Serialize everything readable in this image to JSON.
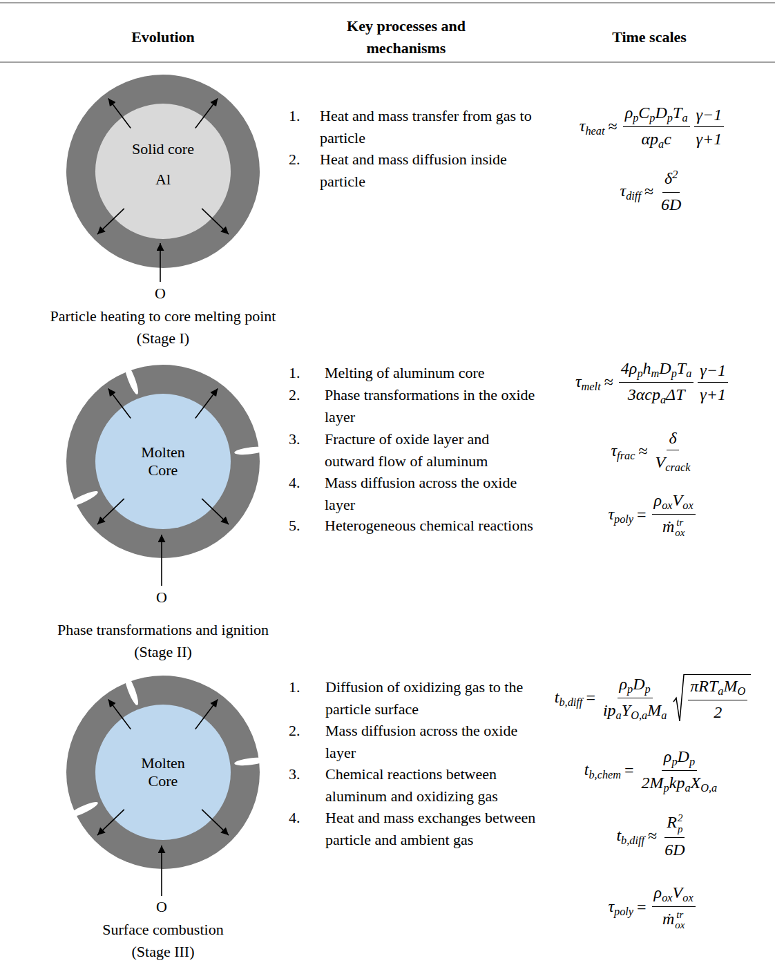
{
  "diagram": {
    "nodes": [
      {
        "text": [
          "Solid core",
          "Al"
        ]
      },
      {
        "text": [
          "Molten Core"
        ]
      },
      {
        "text": [
          "Molten Core"
        ]
      }
    ],
    "labels": [
      "Evolution",
      "Key processes and mechanisms",
      "Time scales",
      "1.",
      "Heat and mass transfer from gas to particle",
      "2.",
      "Heat and mass diffusion inside particle",
      "τheat",
      "≈",
      "ρpCpDpTa",
      "αpac",
      "γ−1",
      "γ+1",
      "τdiff",
      "≈",
      "δ2",
      "6D",
      "O",
      "Particle heating to core melting point",
      "(Stage I)",
      "1.",
      "Melting of aluminum core",
      "2.",
      "Phase transformations in the oxide layer",
      "3.",
      "Fracture of oxide layer and outward flow of aluminum",
      "4.",
      "Mass diffusion across the oxide layer",
      "5.",
      "Heterogeneous chemical reactions",
      "τmelt",
      "≈",
      "4ρphmDpTa",
      "3αcpaΔT",
      "γ−1",
      "γ+1",
      "τfrac",
      "≈",
      "δ",
      "Vcrack",
      "τpoly",
      "=",
      "ρoxVox",
      "ṁtrox",
      "O",
      "Phase transformations and ignition",
      "(Stage II)",
      "1.",
      "Diffusion of oxidizing gas to the particle surface",
      "2.",
      "Mass diffusion across the oxide layer",
      "3.",
      "Chemical reactions between aluminum and oxidizing gas",
      "4.",
      "Heat and mass exchanges between particle and ambient gas",
      "tb,diff",
      "=",
      "ρpDp",
      "ipaYO,aMa",
      "πRTaMO",
      "2",
      "tb,chem",
      "=",
      "ρpDp",
      "2MpkpaXO,a",
      "tb,diff",
      "≈",
      "R2p",
      "6D",
      "τpoly",
      "=",
      "ρoxVox",
      "ṁtrox",
      "O",
      "Surface combustion",
      "(Stage III)"
    ]
  }
}
